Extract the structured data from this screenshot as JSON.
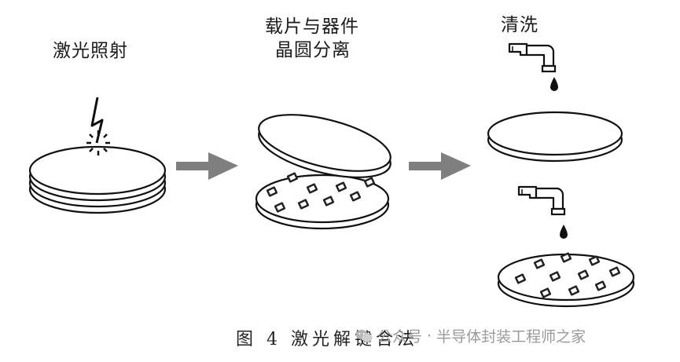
{
  "steps": {
    "laser": {
      "label": "激光照射"
    },
    "separate": {
      "label_line1": "载片与器件",
      "label_line2": "晶圆分离"
    },
    "clean": {
      "label": "清洗"
    }
  },
  "caption": "图 4  激光解键合法",
  "watermark": {
    "source": "公众号",
    "separator": "·",
    "account": "半导体封装工程师之家"
  },
  "icons": [
    "lightning-icon",
    "arrow-right-icon",
    "faucet-icon",
    "water-drop-icon",
    "wechat-logo-icon"
  ]
}
